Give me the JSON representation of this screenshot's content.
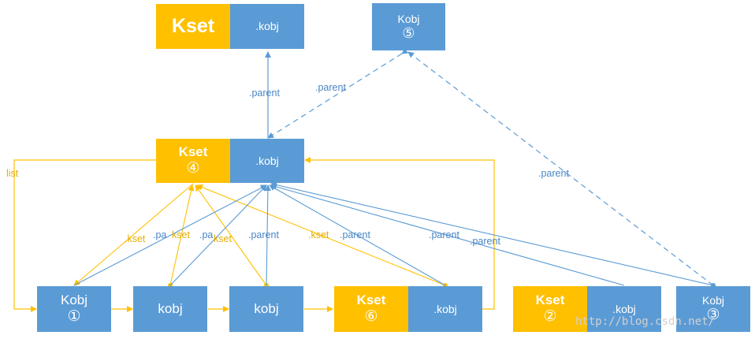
{
  "nodes": {
    "top_kset": {
      "kset": "Kset",
      "kobj": ".kobj"
    },
    "kobj5": {
      "label": "Kobj",
      "num": "⑤"
    },
    "kset4": {
      "kset": "Kset",
      "num": "④",
      "kobj": ".kobj"
    },
    "kobj1": {
      "label": "Kobj",
      "num": "①"
    },
    "kobj_a": {
      "label": "kobj"
    },
    "kobj_b": {
      "label": "kobj"
    },
    "kset6": {
      "kset": "Kset",
      "num": "⑥",
      "kobj": ".kobj"
    },
    "kset2": {
      "kset": "Kset",
      "num": "②",
      "kobj": ".kobj"
    },
    "kobj3": {
      "label": "Kobj",
      "num": "③"
    }
  },
  "labels": {
    "parent_top": ".parent",
    "parent_dash": ".parent",
    "parent_right": ".parent",
    "list": "list",
    "kset_1": ".kset",
    "kset_2": "kset",
    "kset_3": "kset",
    "kset_4": ".kset",
    "parent_a": ".pa",
    "parent_b": ".pa",
    "parent_c": ".parent",
    "parent_d": ".parent",
    "parent_e": ".parent",
    "parent_f": ".parent"
  },
  "watermark": "http://blog.csdn.net/",
  "colors": {
    "blue": "#5b9bd5",
    "gold": "#ffc000",
    "white": "#ffffff"
  }
}
